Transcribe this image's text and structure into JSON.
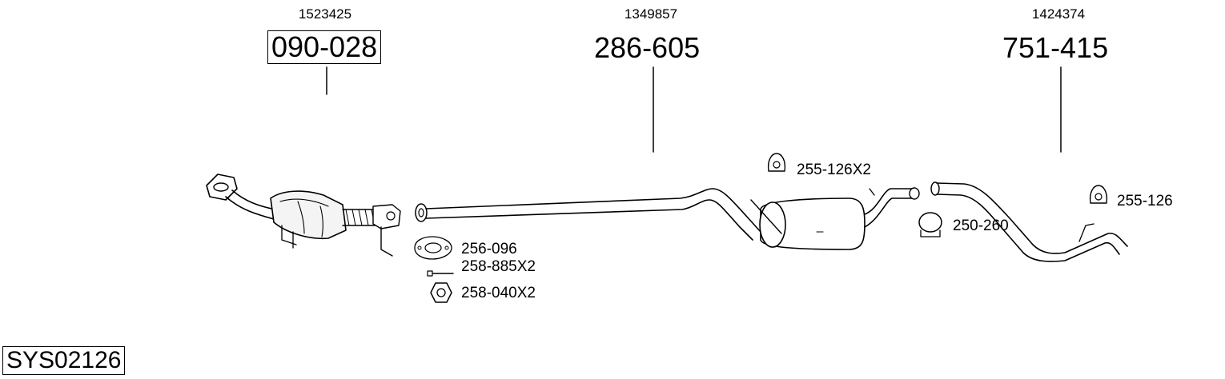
{
  "parts": [
    {
      "ref": "1523425",
      "number": "090-028",
      "boxed": true
    },
    {
      "ref": "1349857",
      "number": "286-605",
      "boxed": false
    },
    {
      "ref": "1424374",
      "number": "751-415",
      "boxed": false
    }
  ],
  "accessories": [
    {
      "label": "256-096",
      "icon": "gasket-icon"
    },
    {
      "label": "258-885X2",
      "icon": "bolt-icon"
    },
    {
      "label": "258-040X2",
      "icon": "nut-icon"
    },
    {
      "label": "255-126X2",
      "icon": "rubber-hanger-icon"
    },
    {
      "label": "250-260",
      "icon": "pipe-clamp-icon"
    },
    {
      "label": "255-126",
      "icon": "rubber-hanger-icon"
    }
  ],
  "system_code": "SYS02126"
}
